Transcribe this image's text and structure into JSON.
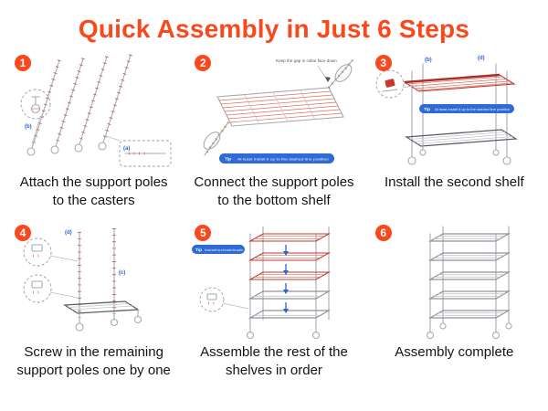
{
  "title": "Quick Assembly in Just 6 Steps",
  "steps": [
    {
      "number": "1",
      "caption": "Attach the support poles to the casters"
    },
    {
      "number": "2",
      "caption": "Connect the support poles to the bottom shelf"
    },
    {
      "number": "3",
      "caption": "Install the second shelf"
    },
    {
      "number": "4",
      "caption": "Screw in the remaining support poles one by one"
    },
    {
      "number": "5",
      "caption": "Assemble the rest of the shelves in order"
    },
    {
      "number": "6",
      "caption": "Assembly complete"
    }
  ],
  "annotations": {
    "tip_label": "Tip",
    "tip_text": "At least install it up to the dashed line position",
    "collar_note": "Keep the gap in collar face down",
    "part_labels": [
      "(a)",
      "(b)",
      "(c)",
      "(d)"
    ]
  },
  "colors": {
    "accent": "#F8481C",
    "line_art": "#A6AAB0",
    "red_detail": "#C4392B",
    "blue_detail": "#2B62D9",
    "tip_background": "#2E6BD6"
  }
}
